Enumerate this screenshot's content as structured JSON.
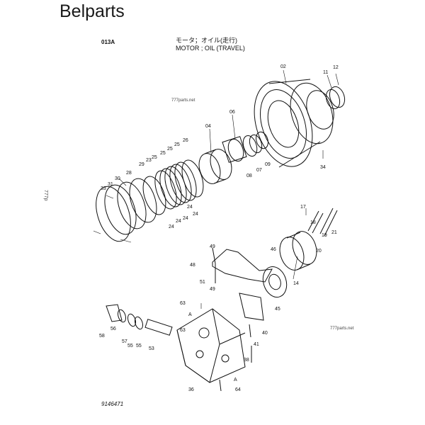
{
  "brand": "Belparts",
  "header": {
    "code": "013A",
    "title_jp": "モータ；オイル(走行)",
    "title_en": "MOTOR ; OIL (TRAVEL)"
  },
  "watermarks": [
    "777parts.net",
    "777parts.net",
    "777p"
  ],
  "drawing_number": "9146471",
  "callouts": [
    "02",
    "11",
    "12",
    "06",
    "04",
    "26",
    "25",
    "25",
    "25",
    "25",
    "24",
    "24",
    "24",
    "24",
    "24",
    "23",
    "29",
    "28",
    "30",
    "31",
    "33",
    "08",
    "07",
    "09",
    "34",
    "17",
    "18",
    "19",
    "21",
    "20",
    "46",
    "14",
    "49",
    "48",
    "51",
    "49",
    "45",
    "63",
    "63",
    "A",
    "A",
    "40",
    "41",
    "58",
    "56",
    "57",
    "55",
    "55",
    "53",
    "38",
    "36",
    "64"
  ]
}
